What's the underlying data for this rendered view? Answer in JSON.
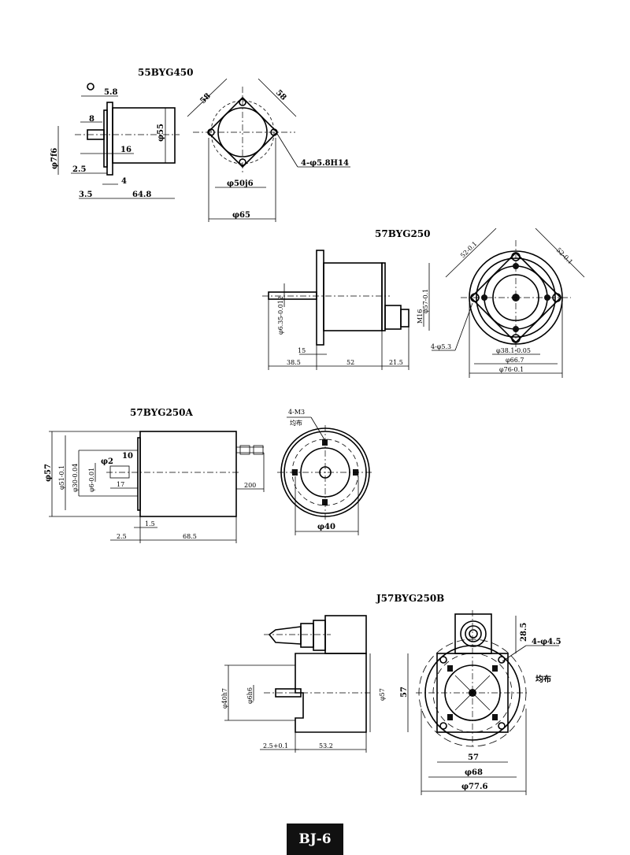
{
  "page_label": "BJ-6",
  "drawings": [
    {
      "model": "55BYG450",
      "dims": {
        "d1": "5.8",
        "d2": "8",
        "d3": "φ55",
        "d4": "16",
        "d5": "φ7f6",
        "d6": "2.5",
        "d7": "4",
        "d8": "3.5",
        "d9": "64.8",
        "d10": "58",
        "d11": "58",
        "d12": "4-φ5.8H14",
        "d13": "φ50j6",
        "d14": "φ65"
      }
    },
    {
      "model": "57BYG250",
      "dims": {
        "d1": "φ6.35-0.012",
        "d2": "φ57-0.1",
        "d3": "M16",
        "d4": "15",
        "d5": "38.5",
        "d6": "52",
        "d7": "21.5",
        "d8": "52-0.1",
        "d9": "52-0.1",
        "d10": "4-φ5.3",
        "d11": "φ38.1-0.05",
        "d12": "φ66.7",
        "d13": "φ76-0.1"
      }
    },
    {
      "model": "57BYG250A",
      "dims": {
        "d1": "φ57",
        "d2": "φ51-0.1",
        "d3": "φ30-0.04",
        "d4": "φ6-0.01",
        "d5": "φ2",
        "d6": "10",
        "d7": "17",
        "d8": "200",
        "d9": "1.5",
        "d10": "2.5",
        "d11": "68.5",
        "d12": "4-M3",
        "d13": "均布",
        "d14": "φ40"
      }
    },
    {
      "model": "J57BYG250B",
      "dims": {
        "d1": "φ40h7",
        "d2": "φ6h6",
        "d3": "φ57",
        "d4": "2.5+0.1",
        "d5": "53.2",
        "d6": "28.5",
        "d7": "4-φ4.5",
        "d8": "均布",
        "d9": "57",
        "d10": "57",
        "d11": "φ68",
        "d12": "φ77.6"
      }
    }
  ]
}
